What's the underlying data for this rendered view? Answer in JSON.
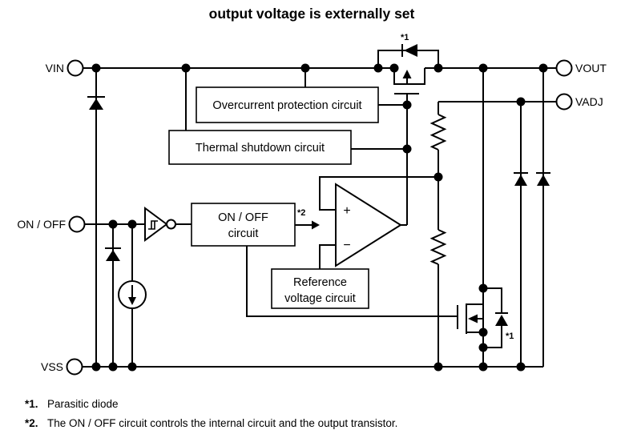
{
  "title": "output voltage is externally set",
  "pins": {
    "vin": "VIN",
    "onoff": "ON / OFF",
    "vss": "VSS",
    "vout": "VOUT",
    "vadj": "VADJ"
  },
  "blocks": {
    "overcurrent": "Overcurrent protection circuit",
    "thermal": "Thermal shutdown circuit",
    "onoff1": "ON / OFF",
    "onoff2": "circuit",
    "ref1": "Reference",
    "ref2": "voltage circuit"
  },
  "opamp": {
    "plus": "+",
    "minus": "−"
  },
  "notes": {
    "output_transistor_diode": "*1",
    "lower_transistor_diode": "*1",
    "onoff_output": "*2"
  },
  "footnotes": [
    {
      "marker": "*1.",
      "text": "Parasitic diode"
    },
    {
      "marker": "*2.",
      "text": "The ON / OFF circuit controls the internal circuit and the output transistor."
    }
  ],
  "colors": {
    "line": "#000000",
    "bg": "#ffffff",
    "text": "#000000"
  }
}
